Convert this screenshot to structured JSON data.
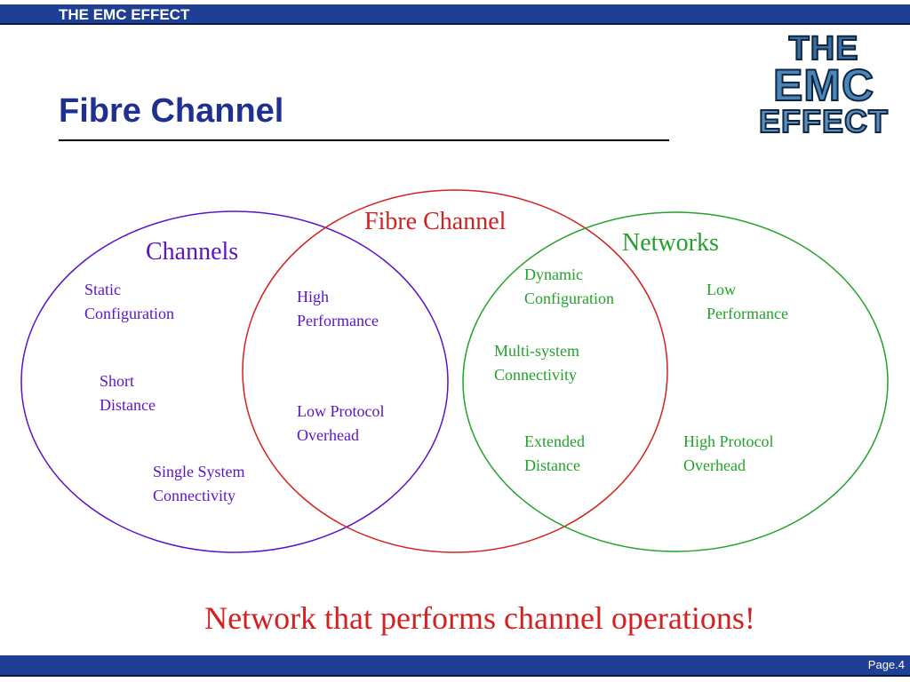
{
  "header": {
    "text": "THE EMC EFFECT"
  },
  "title": "Fibre Channel",
  "logo": {
    "line1": "THE",
    "line2": "EMC",
    "line3": "EFFECT"
  },
  "colors": {
    "channels": "#5a14c8",
    "fibre_channel": "#d42020",
    "networks": "#22a22a",
    "bar": "#1f3f95"
  },
  "venn": {
    "channels": {
      "name": "Channels",
      "items": [
        "Static\nConfiguration",
        "Short\nDistance",
        "Single System\nConnectivity"
      ]
    },
    "fibre_channel": {
      "name": "Fibre Channel",
      "items": [
        "High\nPerformance",
        "Low Protocol\nOverhead"
      ]
    },
    "networks": {
      "name": "Networks",
      "items": [
        "Dynamic\nConfiguration",
        "Multi-system\nConnectivity",
        "Extended\nDistance",
        "Low\nPerformance",
        "High Protocol\nOverhead"
      ]
    }
  },
  "tagline": "Network that performs channel operations!",
  "footer": {
    "page": "Page.4"
  }
}
